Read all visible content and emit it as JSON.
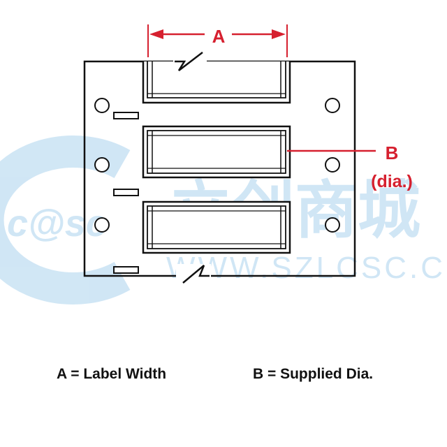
{
  "colors": {
    "outline": "#111111",
    "dimension": "#d6202f",
    "watermark": "#5aa8dc"
  },
  "dimensions": {
    "a_label": "A",
    "b_label": "B",
    "b_sub": "(dia.)"
  },
  "legend": {
    "a_text": "A = Label Width",
    "b_text": "B = Supplied Dia."
  },
  "watermark": {
    "logo_text": "c@sc",
    "chinese_text": "立创商城",
    "url_text": "WWW.SZLCSC.COM"
  }
}
